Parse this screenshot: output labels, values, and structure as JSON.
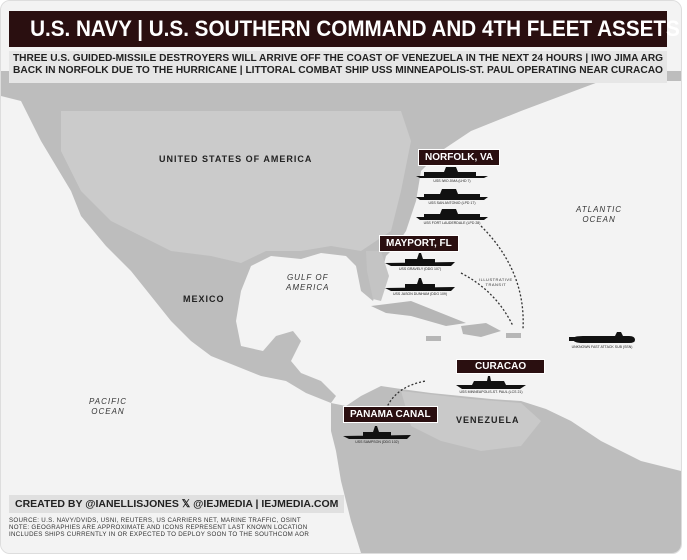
{
  "header": {
    "title": "U.S. NAVY | U.S. SOUTHERN COMMAND AND 4TH FLEET ASSETS",
    "subtitle_line1": "THREE U.S. GUIDED-MISSILE DESTROYERS WILL ARRIVE OFF THE COAST OF VENEZUELA IN THE NEXT 24 HOURS | IWO JIMA ARG",
    "subtitle_line2": "BACK IN NORFOLK DUE TO THE HURRICANE | LITTORAL COMBAT SHIP USS MINNEAPOLIS-ST. PAUL OPERATING NEAR CURACAO"
  },
  "map_labels": {
    "usa": "UNITED STATES OF AMERICA",
    "mexico": "MEXICO",
    "venezuela": "VENEZUELA",
    "gulf_line1": "GULF OF",
    "gulf_line2": "AMERICA",
    "atlantic_line1": "ATLANTIC",
    "atlantic_line2": "OCEAN",
    "pacific_line1": "PACIFIC",
    "pacific_line2": "OCEAN",
    "transit_line1": "ILLUSTRATIVE",
    "transit_line2": "TRANSIT"
  },
  "ports": {
    "norfolk": {
      "label": "NORFOLK, VA",
      "ships": [
        "USS IWO JIMA (LHD 7)",
        "USS SAN ANTONIO (LPD 17)",
        "USS FORT LAUDERDALE (LPD 28)"
      ]
    },
    "mayport": {
      "label": "MAYPORT, FL",
      "ships": [
        "USS GRAVELY (DDG 107)",
        "USS JASON DUNHAM (DDG 109)"
      ]
    },
    "curacao": {
      "label": "CURACAO",
      "ships": [
        "USS MINNEAPOLIS-ST. PAUL (LCS 21)"
      ]
    },
    "panama": {
      "label": "PANAMA CANAL",
      "ships": [
        "USS SAMPSON (DDG 102)"
      ]
    },
    "submarine": "UNKNOWN FAST ATTACK SUB (SSN)"
  },
  "footer": {
    "credit": "CREATED BY @IANELLISJONES 𝕏 @IEJMEDIA | IEJMEDIA.COM",
    "source1": "SOURCE: U.S. NAVY/DVIDS, USNI, REUTERS, US CARRIERS NET, MARINE TRAFFIC, OSINT",
    "source2": "NOTE: GEOGRAPHIES ARE APPROXIMATE AND ICONS REPRESENT LAST KNOWN LOCATION",
    "source3": "INCLUDES SHIPS CURRENTLY IN OR EXPECTED TO DEPLOY SOON TO THE SOUTHCOM AOR"
  },
  "colors": {
    "banner": "#2a0f10",
    "land": "#b9b9b9",
    "ocean": "#f4f4f4"
  }
}
